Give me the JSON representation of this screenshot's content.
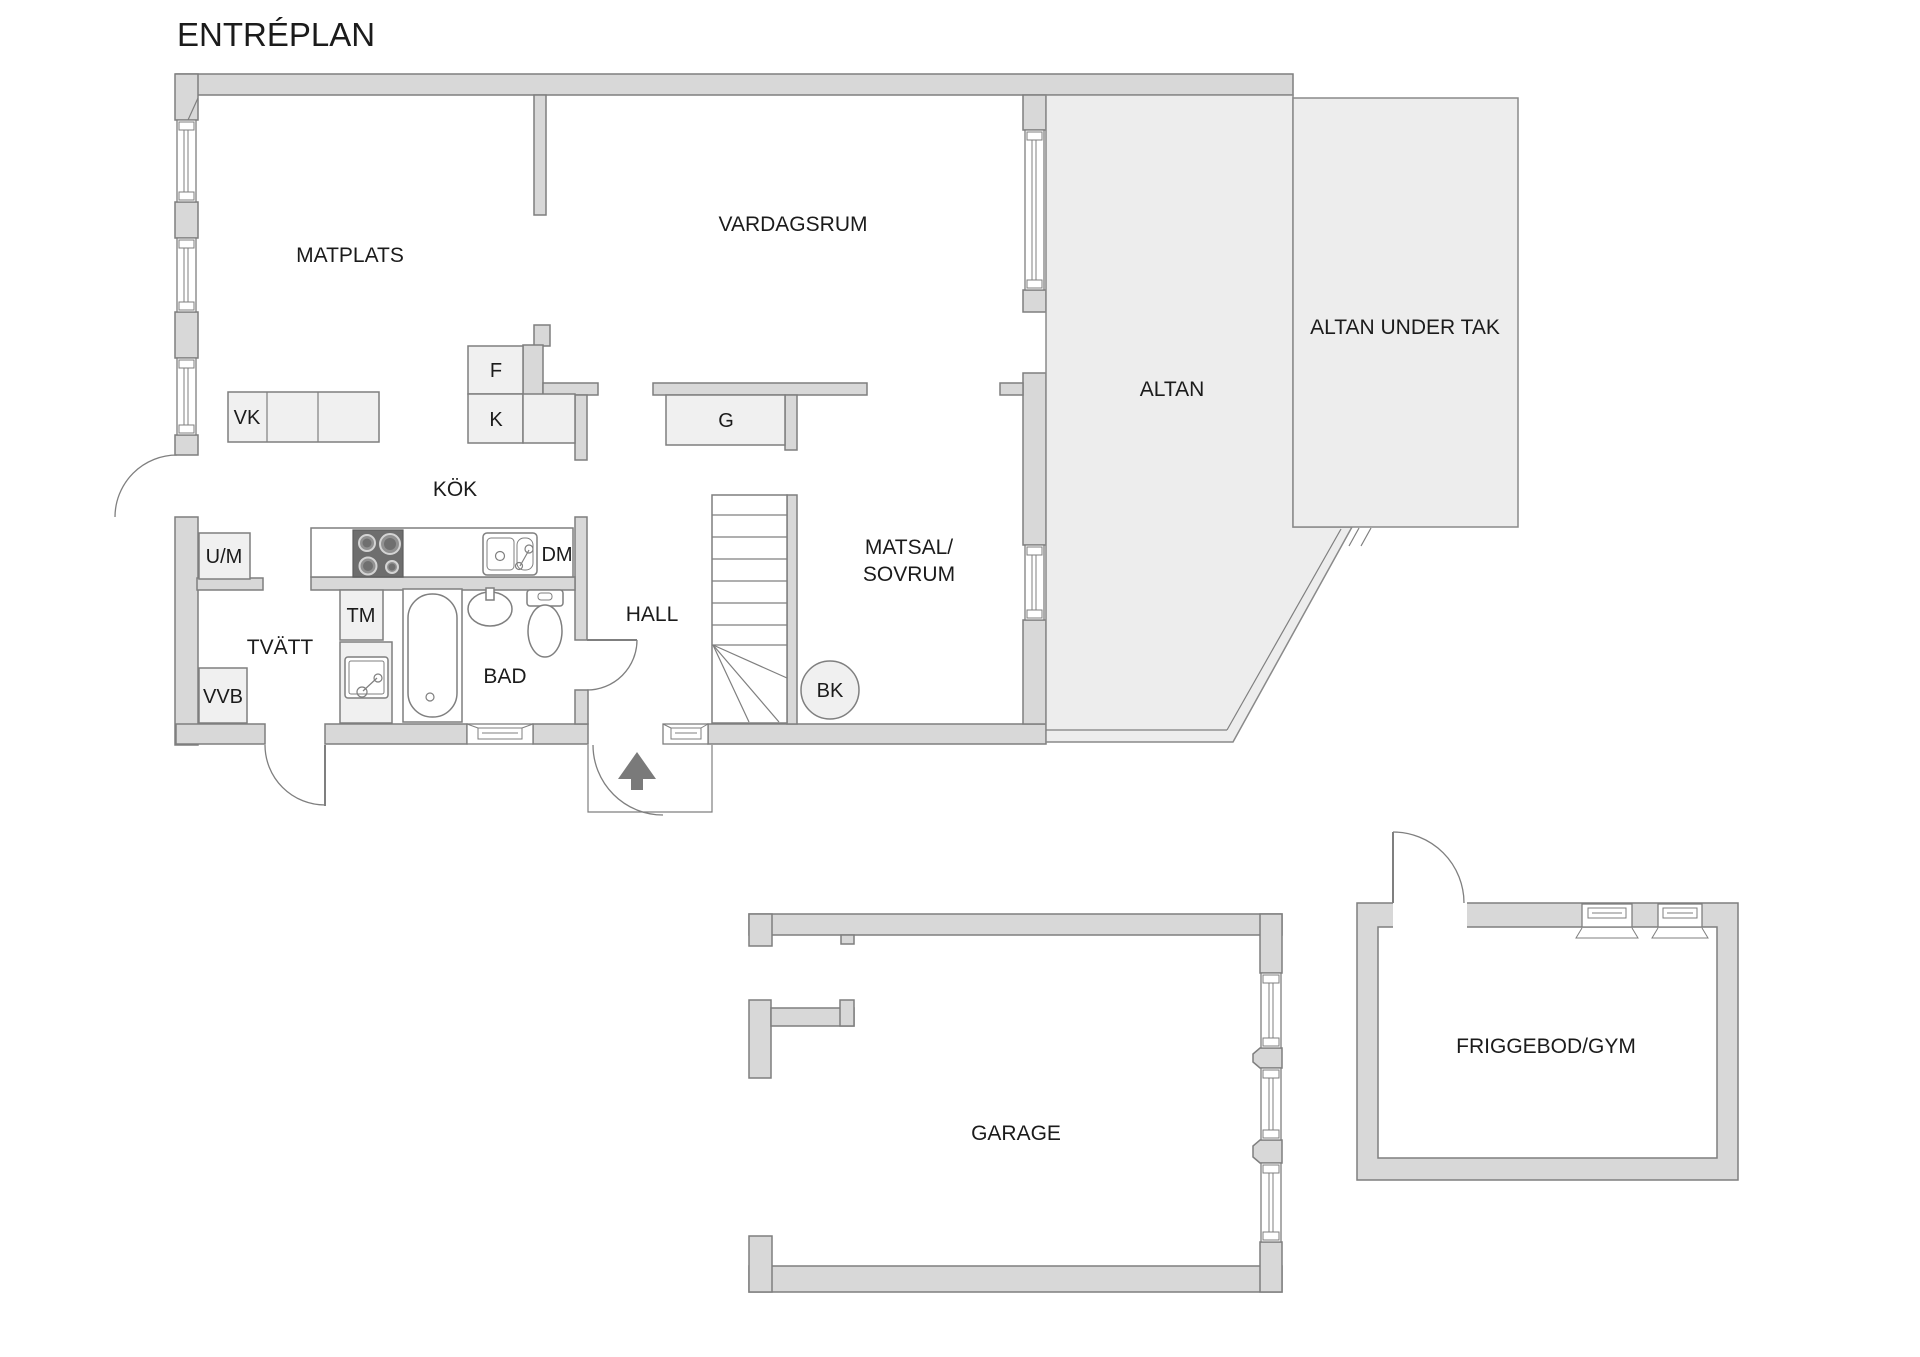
{
  "title": "ENTRÉPLAN",
  "colors": {
    "wall": "#d8d8d8",
    "wall_line": "#7f7f7f",
    "outline": "#8a8a8a",
    "deck": "#ededed",
    "fixture": "#f0f0f0",
    "stove": "#6e6e6e",
    "arrow": "#7a7a7a",
    "text": "#1b1b1b",
    "background": "#ffffff"
  },
  "floor": {
    "rooms": {
      "matplats": "MATPLATS",
      "vardagsrum": "VARDAGSRUM",
      "kok": "KÖK",
      "matsal_line1": "MATSAL/",
      "matsal_line2": "SOVRUM",
      "hall": "HALL",
      "tvatt": "TVÄTT",
      "bad": "BAD",
      "altan": "ALTAN",
      "altan_under_tak": "ALTAN UNDER TAK"
    },
    "fixtures": {
      "vk": "VK",
      "f": "F",
      "k": "K",
      "g": "G",
      "um": "U/M",
      "dm": "DM",
      "tm": "TM",
      "vvb": "VVB",
      "bk": "BK"
    }
  },
  "outbuildings": {
    "garage": "GARAGE",
    "friggebod": "FRIGGEBOD/GYM"
  }
}
